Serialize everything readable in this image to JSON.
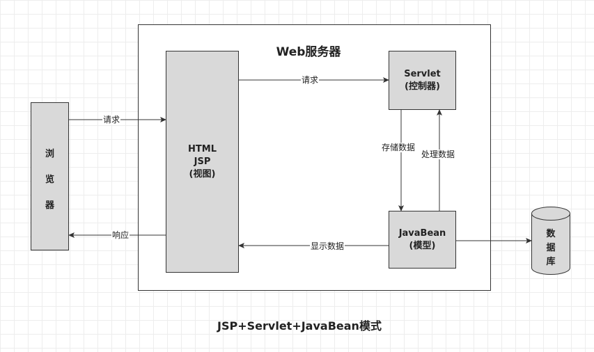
{
  "diagram": {
    "server_title": "Web服务器",
    "caption": "JSP+Servlet+JavaBean模式",
    "nodes": {
      "browser": [
        "浏",
        "览",
        "器"
      ],
      "view": [
        "HTML",
        "JSP",
        "(视图)"
      ],
      "servlet": [
        "Servlet",
        "(控制器)"
      ],
      "javabean": [
        "JavaBean",
        "(模型)"
      ],
      "database": [
        "数",
        "据",
        "库"
      ]
    },
    "edges": {
      "browser_to_view": "请求",
      "view_to_servlet": "请求",
      "servlet_to_bean": "存储数据",
      "bean_to_servlet": "处理数据",
      "bean_to_view": "显示数据",
      "view_to_browser": "响应"
    },
    "colors": {
      "box_fill": "#d9d9d9",
      "stroke": "#333333",
      "grid": "#ededed"
    }
  }
}
